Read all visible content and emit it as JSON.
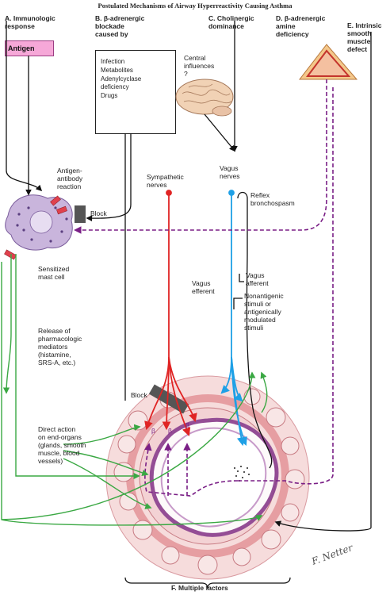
{
  "title": "Postulated Mechanisms of Airway Hyperreactivity Causing Asthma",
  "sections": {
    "a": "A. Immunologic\nresponse",
    "b": "B. β-adrenergic\nblockade\ncaused by",
    "c": "C. Cholinergic\ndominance",
    "d": "D. β-adrenergic\namine\ndeficiency",
    "e": "E. Intrinsic\nsmooth\nmuscle\ndefect",
    "f": "F. Multiple factors"
  },
  "antigen_label": "Antigen",
  "causes": [
    "Infection",
    "Metabolites",
    "Adenylcyclase\ndeficiency",
    "Drugs"
  ],
  "labels": {
    "central_influences": "Central\ninfluences\n?",
    "antigen_antibody": "Antigen-\nantibody\nreaction",
    "block_top": "Block",
    "sensitized_mast_cell": "Sensitized\nmast cell",
    "sympathetic_nerves": "Sympathetic\nnerves",
    "vagus_nerves": "Vagus\nnerves",
    "reflex_bronchospasm": "Reflex\nbronchospasm",
    "vagus_afferent": "Vagus\nafferent",
    "vagus_efferent": "Vagus\nefferent",
    "nonantigenic": "Nonantigenic\nstimuli or\nantigenically\nmodulated\nstimuli",
    "release_mediators": "Release of\npharmacologic\nmediators\n(histamine,\nSRS-A, etc.)",
    "block_bottom": "Block",
    "direct_action": "Direct action\non end-organs\n(glands, smooth\nmuscle, blood\nvessels)",
    "beta": "β"
  },
  "signature": "F. Netter",
  "colors": {
    "antigen_fill": "#f6a8d8",
    "sympathetic": "#e02424",
    "vagus": "#1ea0e6",
    "deficiency": "#7a1f86",
    "mediator": "#3aa843",
    "block": "#555555",
    "mast_cell": "#c9b5dc",
    "airway_tissue": "#f1c6c8",
    "muscle": "#e08a8f"
  }
}
